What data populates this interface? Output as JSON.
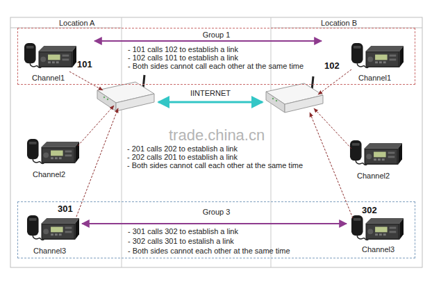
{
  "diagram": {
    "nodes": [
      {
        "text": [
          "Group 1",
          "- 101 calls 102 to establish a link",
          "- 102 calls 101 to establish a link",
          "- Both sides cannot call each other at the same time"
        ]
      },
      {
        "text": [
          "101",
          "Channel1"
        ],
        "in": 0
      },
      {
        "text": [
          "102",
          "Channel1"
        ],
        "in": 0
      },
      {
        "text": [
          "Channel2"
        ]
      },
      {
        "text": [
          "Channel2"
        ]
      },
      {
        "text": [
          "Group 3",
          "- 301 calls 302 to establish a link",
          "- 302 calls 301 to estalish a link",
          "- Both sides cannot each other at the same time"
        ]
      },
      {
        "text": [
          "301",
          "Channel3"
        ],
        "in": 5
      },
      {
        "text": [
          "302",
          "Channel3"
        ],
        "in": 5
      }
    ],
    "edges": [
      {
        "from": 1,
        "to": 2,
        "arrow": "both"
      },
      {
        "from": 6,
        "to": 7,
        "arrow": "both"
      }
    ],
    "labels": [
      "Location A",
      "Location B",
      "IINTERNET",
      "- 201 calls 202 to establish a link",
      "- 202 calls 201 to establish a link",
      "- Both sides cannot call each other at the same time",
      "trade.china.cn"
    ]
  }
}
